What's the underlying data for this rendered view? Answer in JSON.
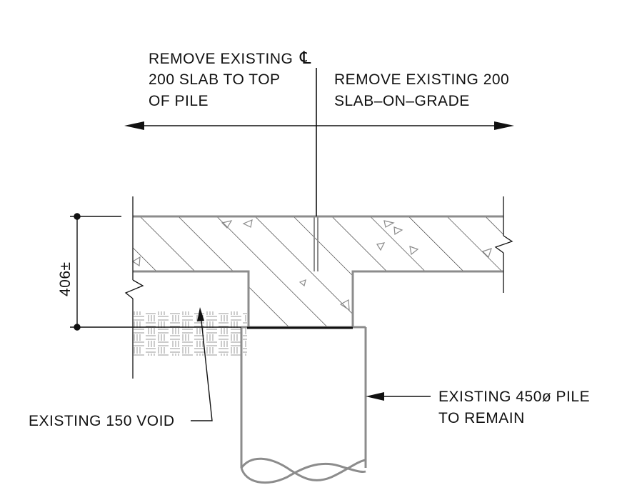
{
  "labels": {
    "remove_left_line1": "REMOVE EXISTING",
    "remove_left_line2": "200 SLAB TO TOP",
    "remove_left_line3": "OF PILE",
    "centerline_symbol": "℄",
    "remove_right_line1": "REMOVE EXISTING 200",
    "remove_right_line2": "SLAB–ON–GRADE",
    "dimension": "406±",
    "void": "EXISTING 150 VOID",
    "pile_line1": "EXISTING 450ø PILE",
    "pile_line2": "TO REMAIN"
  },
  "colors": {
    "line": "#111111",
    "gray": "#8c8c8c",
    "hatch": "#222222",
    "fill_pattern": "#9a9a9a"
  }
}
